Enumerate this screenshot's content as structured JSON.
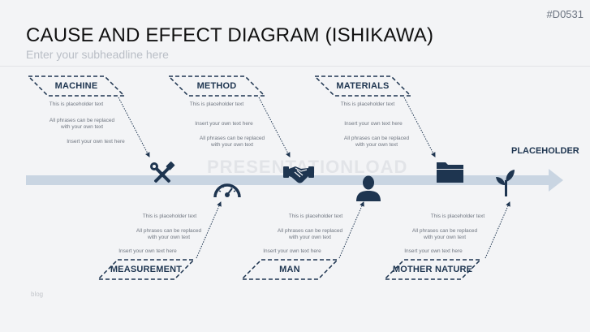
{
  "header": {
    "title": "CAUSE AND EFFECT DIAGRAM (ISHIKAWA)",
    "subtitle": "Enter your subheadline here",
    "code": "#D0531"
  },
  "watermark": "PRESENTATIONLOAD",
  "corner_text": "blog",
  "effect": {
    "label": "PLACEHOLDER",
    "icon": "plant-icon"
  },
  "placeholder_texts": {
    "line1": "This is placeholder text",
    "line2a": "All phrases can be replaced",
    "line2b": "with your own text",
    "line3": "Insert your own text here"
  },
  "categories": [
    {
      "label": "MACHINE",
      "icon": "tools-icon"
    },
    {
      "label": "METHOD",
      "icon": "handshake-icon"
    },
    {
      "label": "MATERIALS",
      "icon": "folder-icon"
    },
    {
      "label": "MEASUREMENT",
      "icon": "gauge-icon"
    },
    {
      "label": "MAN",
      "icon": "person-icon"
    },
    {
      "label": "MOTHER NATURE",
      "icon": "plant-icon"
    }
  ],
  "colors": {
    "navy": "#1e3550",
    "spine": "#c9d5e2",
    "text": "#6f7680"
  }
}
